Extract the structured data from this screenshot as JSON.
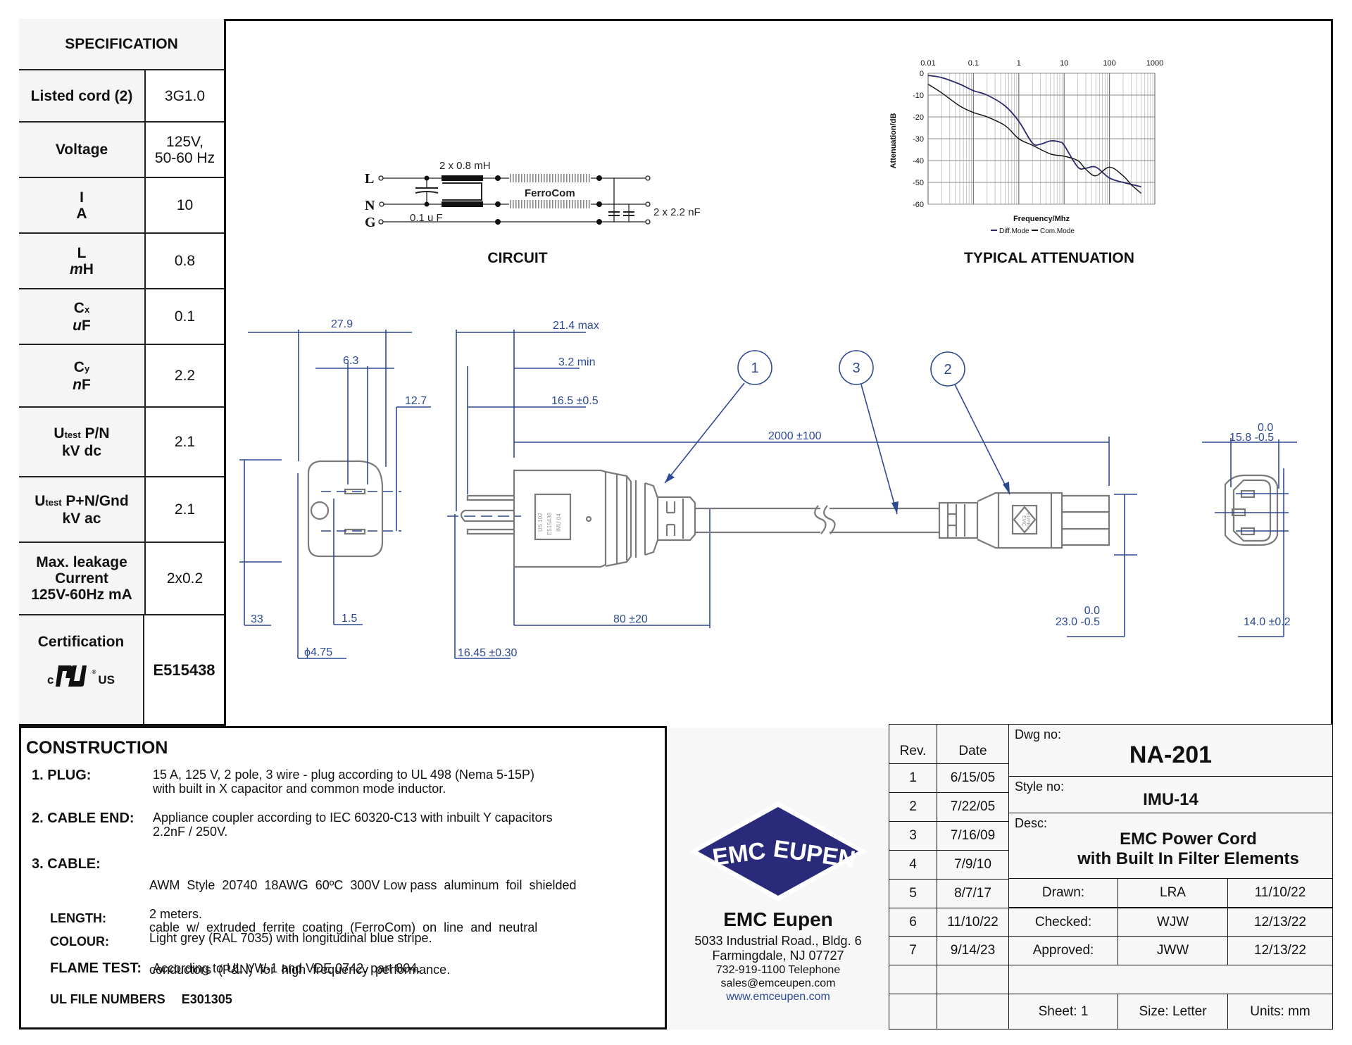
{
  "specification": {
    "title": "SPECIFICATION",
    "rows": [
      {
        "label_lines": [
          "Listed cord (2)"
        ],
        "value_lines": [
          "3G1.0"
        ]
      },
      {
        "label_lines": [
          "Voltage"
        ],
        "value_lines": [
          "125V,",
          "50-60 Hz"
        ]
      },
      {
        "label_lines": [
          "I",
          "A"
        ],
        "value_lines": [
          "10"
        ]
      },
      {
        "label_lines": [
          "L",
          "mH"
        ],
        "value_lines": [
          "0.8"
        ]
      },
      {
        "label_lines": [
          "Cx",
          "uF"
        ],
        "value_lines": [
          "0.1"
        ]
      },
      {
        "label_lines": [
          "Cy",
          "nF"
        ],
        "value_lines": [
          "2.2"
        ]
      },
      {
        "label_lines": [
          "Utest P/N",
          "kV dc"
        ],
        "value_lines": [
          "2.1"
        ]
      },
      {
        "label_lines": [
          "Utest P+N/Gnd",
          "kV ac"
        ],
        "value_lines": [
          "2.1"
        ]
      },
      {
        "label_lines": [
          "Max. leakage",
          "Current",
          "125V-60Hz mA"
        ],
        "value_lines": [
          "2x0.2"
        ]
      }
    ],
    "rows_display": {
      "r0": {
        "l1": "Listed cord (2)",
        "v1": "3G1.0"
      },
      "r1": {
        "l1": "Voltage",
        "v1": "125V,",
        "v2": "50-60 Hz"
      },
      "r2": {
        "l1": "I",
        "l2": "A",
        "v1": "10"
      },
      "r3": {
        "l1": "L",
        "l2a": "m",
        "l2b": "H",
        "v1": "0.8"
      },
      "r4": {
        "l1a": "C",
        "l1b": "x",
        "l2a": "u",
        "l2b": "F",
        "v1": "0.1"
      },
      "r5": {
        "l1a": "C",
        "l1b": "y",
        "l2a": "n",
        "l2b": "F",
        "v1": "2.2"
      },
      "r6": {
        "l1a": "U",
        "l1b": "test",
        "l1c": " P/N",
        "l2": "kV dc",
        "v1": "2.1"
      },
      "r7": {
        "l1a": "U",
        "l1b": "test",
        "l1c": " P+N/Gnd",
        "l2": "kV ac",
        "v1": "2.1"
      },
      "r8": {
        "l1": "Max. leakage",
        "l2": "Current",
        "l3": "125V-60Hz mA",
        "v1": "2x0.2"
      }
    },
    "certification": {
      "label": "Certification",
      "value": "E515438",
      "mark_left": "c",
      "mark_right": "US",
      "mark_registered": "®"
    }
  },
  "circuit": {
    "caption": "CIRCUIT",
    "inductor_label": "2 x 0.8 mH",
    "ferrocom_label": "FerroCom",
    "x_cap_label": "0.1 u F",
    "y_cap_label": "2 x 2.2 nF",
    "lines": [
      "L",
      "N",
      "G"
    ]
  },
  "chart_data": {
    "type": "line",
    "title": "TYPICAL ATTENUATION",
    "xlabel": "Frequency/Mhz",
    "ylabel": "Attenuation/dB",
    "xscale": "log",
    "xlim": [
      0.01,
      1000
    ],
    "ylim": [
      -60,
      0
    ],
    "x_ticks": [
      "0.01",
      "0.1",
      "1",
      "10",
      "100",
      "1000"
    ],
    "x_tick_values": [
      0.01,
      0.1,
      1,
      10,
      100,
      1000
    ],
    "y_ticks": [
      "0",
      "-10",
      "-20",
      "-30",
      "-40",
      "-50",
      "-60"
    ],
    "y_tick_values": [
      0,
      -10,
      -20,
      -30,
      -40,
      -50,
      -60
    ],
    "grid": true,
    "legend_position": "bottom",
    "series": [
      {
        "name": "Diff.Mode",
        "color": "#2a2a6a",
        "x": [
          0.01,
          0.02,
          0.05,
          0.1,
          0.2,
          0.5,
          1,
          2,
          3,
          5,
          8,
          10,
          20,
          30,
          50,
          100,
          200,
          500
        ],
        "y": [
          -1,
          -2,
          -5,
          -8,
          -10,
          -15,
          -22,
          -32,
          -32.5,
          -31,
          -31.5,
          -33,
          -43,
          -43.5,
          -43,
          -48,
          -50,
          -52
        ]
      },
      {
        "name": "Com.Mode",
        "color": "#111111",
        "x": [
          0.01,
          0.02,
          0.05,
          0.1,
          0.2,
          0.5,
          1,
          2,
          5,
          10,
          20,
          30,
          50,
          100,
          200,
          300,
          500
        ],
        "y": [
          -5,
          -9,
          -15,
          -18,
          -20,
          -24,
          -30,
          -33,
          -37,
          -38,
          -40,
          -44,
          -47,
          -43,
          -47,
          -51,
          -55
        ]
      }
    ]
  },
  "drawing": {
    "dimensions": {
      "plug_width": "27.9",
      "pin_spacing": "6.3",
      "pin_offset": "12.7",
      "plug_height": "33",
      "pin_thickness": "1.5",
      "ground_pin_dia": "ϕ4.75",
      "blade_length_max": "21.4 max",
      "ground_pin_min": "3.2 min",
      "blade_length": "16.5 ±0.5",
      "ground_offset": "16.45 ±0.30",
      "plug_body_length": "80 ±20",
      "cord_length": "2000 ±100",
      "coupler_width_tol": "0.0",
      "coupler_width": "15.8 -0.5",
      "coupler_height_tol": "0.0",
      "coupler_height": "23.0 -0.5",
      "coupler_pin_spacing": "14.0 ±0.2"
    },
    "balloons": [
      "1",
      "3",
      "2"
    ],
    "plug_marking": [
      "US 102",
      "E515438",
      "IMU 04"
    ],
    "coupler_marking": [
      "EMC",
      "EUPEN"
    ]
  },
  "construction": {
    "title": "CONSTRUCTION",
    "items": [
      {
        "label": "1. PLUG:",
        "text_lines": [
          "15 A, 125 V, 2 pole, 3 wire - plug according to UL 498 (Nema 5-15P)",
          "with built in X capacitor and common mode inductor."
        ]
      },
      {
        "label": "2. CABLE END:",
        "text_lines": [
          "Appliance coupler according to IEC 60320-C13 with inbuilt Y capacitors",
          "2.2nF / 250V."
        ]
      },
      {
        "label": "3. CABLE:",
        "text_lines": [
          "AWM  Style  20740  18AWG  60ºC  300V Low pass  aluminum  foil  shielded",
          "cable  w/  extruded  ferrite  coating  (FerroCom)  on  line  and  neutral",
          "conductors  (P&N)  for  high  frequency  performance."
        ]
      },
      {
        "label": "LENGTH:",
        "text_lines": [
          "2 meters."
        ]
      },
      {
        "label": "COLOUR:",
        "text_lines": [
          "Light grey (RAL 7035) with longitudinal blue stripe."
        ]
      },
      {
        "label": "FLAME TEST:",
        "text_lines": [
          "According to UL VW-1 and VDE 0742, part 804."
        ]
      }
    ],
    "ul_file_label": "UL FILE NUMBERS",
    "ul_file_value": "E301305"
  },
  "company": {
    "logo_text_left": "EMC",
    "logo_text_right": "EUPEN",
    "name": "EMC Eupen",
    "address1": "5033 Industrial Road., Bldg. 6",
    "address2": "Farmingdale, NJ 07727",
    "phone": "732-919-1100 Telephone",
    "email": "sales@emceupen.com",
    "website": "www.emceupen.com",
    "brand_color": "#2a2a7a"
  },
  "revisions": {
    "rev_header": "Rev.",
    "date_header": "Date",
    "rows": [
      {
        "rev": "1",
        "date": "6/15/05"
      },
      {
        "rev": "2",
        "date": "7/22/05"
      },
      {
        "rev": "3",
        "date": "7/16/09"
      },
      {
        "rev": "4",
        "date": "7/9/10"
      },
      {
        "rev": "5",
        "date": "8/7/17"
      },
      {
        "rev": "6",
        "date": "11/10/22"
      },
      {
        "rev": "7",
        "date": "9/14/23"
      }
    ]
  },
  "title_block": {
    "dwg_label": "Dwg no:",
    "dwg_value": "NA-201",
    "style_label": "Style no:",
    "style_value": "IMU-14",
    "desc_label": "Desc:",
    "desc_line1": "EMC Power Cord",
    "desc_line2": "with Built In Filter Elements",
    "approvals": [
      {
        "role": "Drawn:",
        "initials": "LRA",
        "date": "11/10/22"
      },
      {
        "role": "Checked:",
        "initials": "WJW",
        "date": "12/13/22"
      },
      {
        "role": "Approved:",
        "initials": "JWW",
        "date": "12/13/22"
      }
    ],
    "sheet": "Sheet: 1",
    "size": "Size: Letter",
    "units": "Units: mm"
  }
}
